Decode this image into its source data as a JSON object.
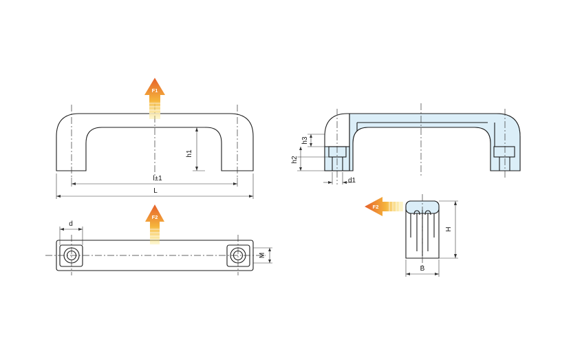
{
  "dimensions": {
    "L": "L",
    "l": "l±1",
    "h1": "h1",
    "h2": "h2",
    "h3": "h3",
    "d": "d",
    "d1": "d1",
    "M": "M",
    "H": "H",
    "B": "B"
  },
  "forces": {
    "F1": "F1",
    "F2_top": "F2",
    "F2_side": "F2"
  },
  "colors": {
    "section_fill": "#dbeef8",
    "arrow_tip": "#e8692c",
    "arrow_tail": "#f7d23c"
  }
}
